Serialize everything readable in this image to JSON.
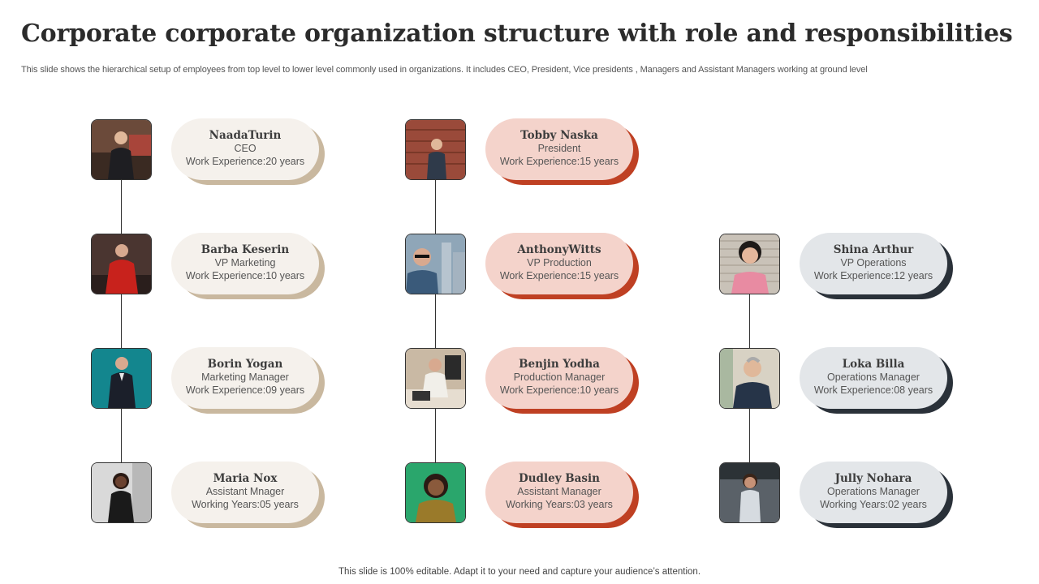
{
  "title": "Corporate corporate organization structure with role and responsibilities",
  "subtitle": "This slide shows the hierarchical setup of employees from top level to lower level commonly used in organizations. It includes CEO, President, Vice presidents , Managers and Assistant Managers working at ground level",
  "footer": "This slide is 100% editable. Adapt it to your need and capture your audience’s attention.",
  "colors": {
    "col1_card": "#f5f1ec",
    "col1_shadow": "#c9b89f",
    "col2_card": "#f4d3cb",
    "col2_shadow": "#bf4023",
    "col3_card": "#e3e6e9",
    "col3_shadow": "#2a3139"
  },
  "columns": [
    {
      "members": [
        {
          "name": "NaadaTurin",
          "role": "CEO",
          "exp": "Work Experience:20 years"
        },
        {
          "name": "Barba Keserin",
          "role": "VP Marketing",
          "exp": "Work Experience:10 years"
        },
        {
          "name": "Borin Yogan",
          "role": "Marketing Manager",
          "exp": "Work Experience:09 years"
        },
        {
          "name": "Maria Nox",
          "role": "Assistant Mnager",
          "exp": "Working Years:05 years"
        }
      ]
    },
    {
      "members": [
        {
          "name": "Tobby Naska",
          "role": "President",
          "exp": "Work Experience:15 years"
        },
        {
          "name": "AnthonyWitts",
          "role": "VP Production",
          "exp": "Work Experience:15 years"
        },
        {
          "name": "Benjin Yodha",
          "role": "Production Manager",
          "exp": "Work Experience:10 years"
        },
        {
          "name": "Dudley Basin",
          "role": "Assistant Manager",
          "exp": "Working Years:03 years"
        }
      ]
    },
    {
      "members": [
        {
          "name": "Shina Arthur",
          "role": "VP Operations",
          "exp": "Work Experience:12 years"
        },
        {
          "name": "Loka Billa",
          "role": "Operations Manager",
          "exp": "Work Experience:08 years"
        },
        {
          "name": "Jully Nohara",
          "role": "Operations Manager",
          "exp": "Working Years:02 years"
        }
      ]
    }
  ]
}
